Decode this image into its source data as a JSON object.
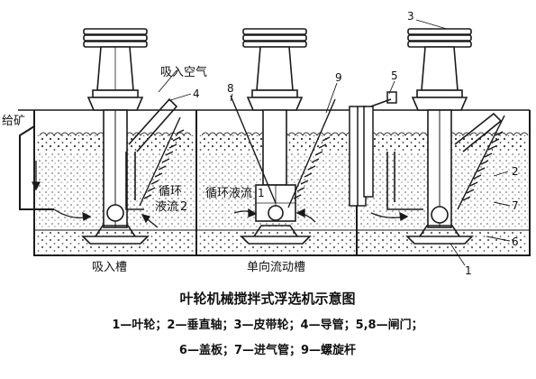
{
  "labels": {
    "feed": "给矿",
    "air_inlet": "吸入空气",
    "recirc_left_1": "循环",
    "recirc_left_2": "液流",
    "recirc_left_3": "2",
    "recirc_mid": "循环液流",
    "recirc_mid_num": "1",
    "suction_cell": "吸入槽",
    "unidirectional_cell": "单向流动槽"
  },
  "part_numbers": {
    "n1": "1",
    "n2": "2",
    "n3": "3",
    "n4": "4",
    "n5": "5",
    "n6": "6",
    "n7": "7",
    "n8": "8",
    "n9": "9"
  },
  "caption": {
    "title": "叶轮机械搅拌式浮选机示意图",
    "legend_line1": "1—叶轮；2—垂直轴；3—皮带轮；4—导管；5,8—闸门；",
    "legend_line2": "6—盖板；7—进气管；9—螺旋杆"
  },
  "colors": {
    "line": "#1a1a1a",
    "fill": "#ffffff",
    "froth": "#555555"
  }
}
